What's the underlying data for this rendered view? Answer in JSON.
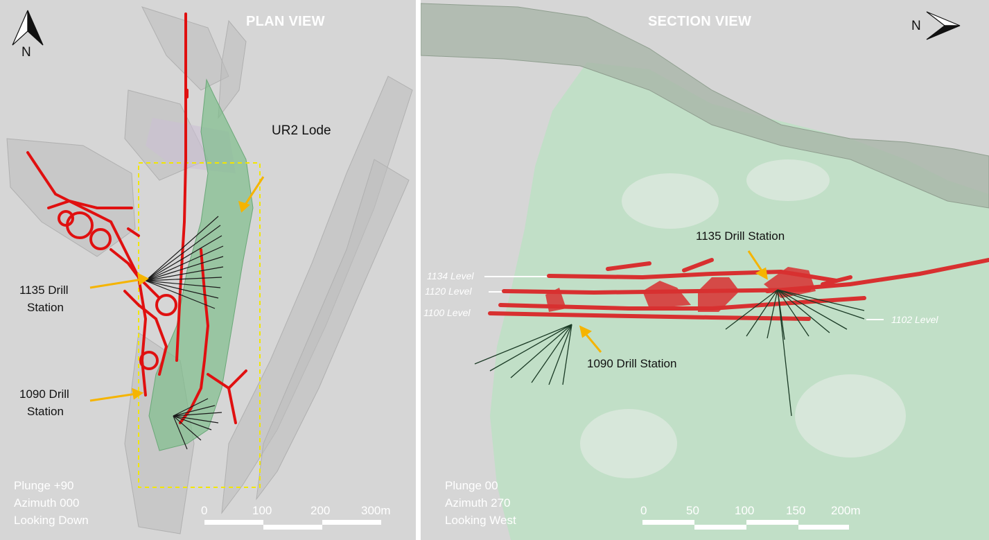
{
  "plan_view": {
    "title": "PLAN VIEW",
    "north_label": "N",
    "lode_label": "UR2 Lode",
    "drill_1135_line1": "1135 Drill",
    "drill_1135_line2": "Station",
    "drill_1090_line1": "1090 Drill",
    "drill_1090_line2": "Station",
    "info": [
      "Plunge +90",
      "Azimuth 000",
      "Looking Down"
    ],
    "scale_ticks": [
      "0",
      "100",
      "200",
      "300m"
    ]
  },
  "section_view": {
    "title": "SECTION VIEW",
    "north_label": "N",
    "drill_1135": "1135 Drill Station",
    "drill_1090": "1090 Drill Station",
    "levels": [
      "1134 Level",
      "1120 Level",
      "1100 Level",
      "1102 Level"
    ],
    "info": [
      "Plunge 00",
      "Azimuth 270",
      "Looking West"
    ],
    "scale_ticks": [
      "0",
      "50",
      "100",
      "150",
      "200m"
    ]
  },
  "colors": {
    "panel_bg": "#d6d6d6",
    "workings": "#e01010",
    "lode": "#8fc79a",
    "callout_arrow": "#f5b400",
    "box": "#f2e600",
    "drillholes": "#1a1a1a"
  }
}
